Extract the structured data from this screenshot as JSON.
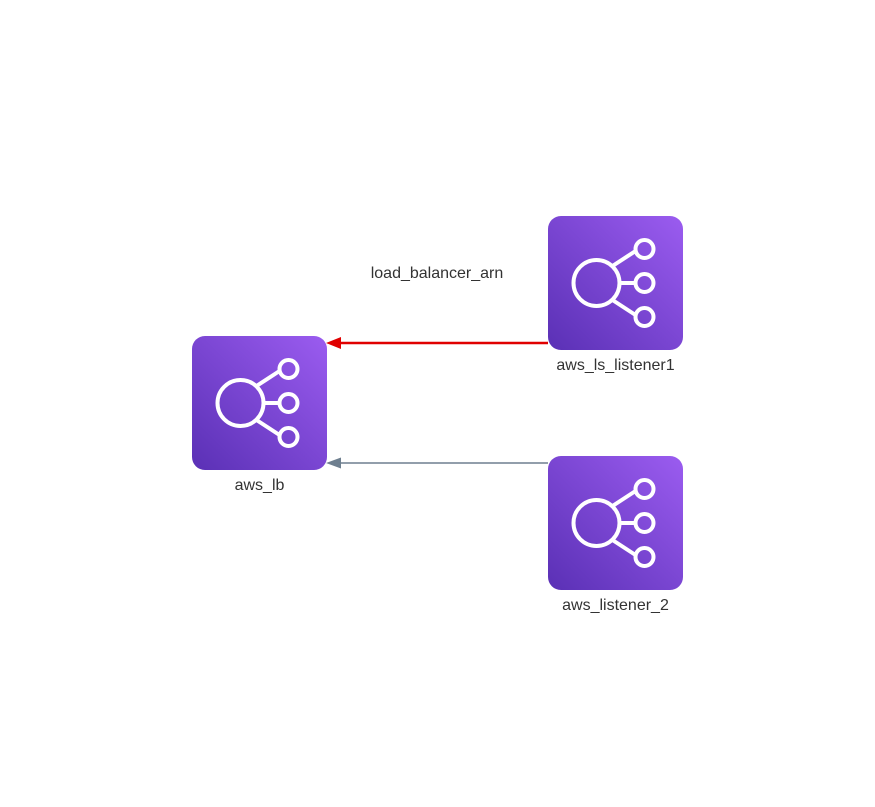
{
  "colors": {
    "node_gradient_start": "#8F58EC",
    "node_gradient_end": "#5A30B5",
    "icon_stroke": "#ffffff",
    "edge_highlight": "#e00000",
    "edge_default": "#6e7f8f",
    "label_text": "#333333"
  },
  "icon_name": "elastic-load-balancer-icon",
  "nodes": {
    "aws_lb": {
      "label": "aws_lb"
    },
    "listener1": {
      "label": "aws_ls_listener1"
    },
    "listener2": {
      "label": "aws_listener_2"
    }
  },
  "edges": {
    "listener1_to_lb": {
      "label": "load_balancer_arn",
      "highlighted": true
    },
    "listener2_to_lb": {
      "label": "",
      "highlighted": false
    }
  }
}
